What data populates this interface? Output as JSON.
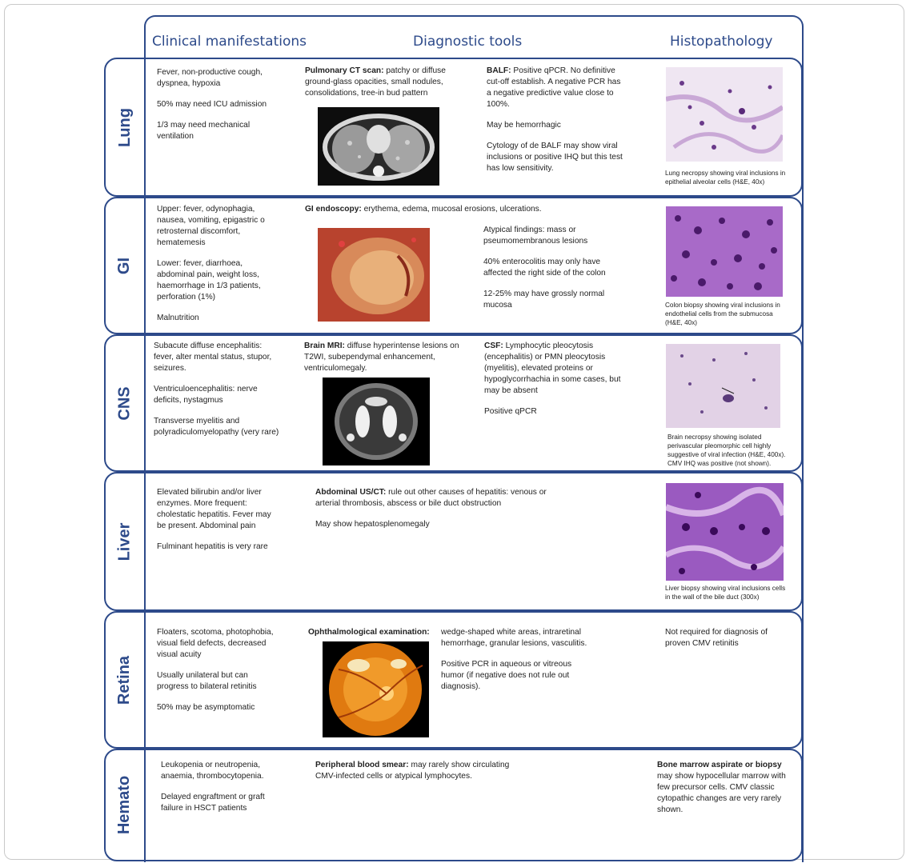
{
  "headers": {
    "clinical": "Clinical manifestations",
    "diagnostic": "Diagnostic tools",
    "histopathology": "Histopathology"
  },
  "rows": {
    "lung": {
      "label": "Lung",
      "clinical": [
        "Fever, non-productive cough, dyspnea, hypoxia",
        "50% may need ICU admission",
        "1/3 may need mechanical ventilation"
      ],
      "diag_title": "Pulmonary CT scan:",
      "diag_text": "patchy or diffuse ground-glass opacities, small nodules, consolidations, tree-in bud pattern",
      "extra_title": "BALF:",
      "extra_text": "Positive qPCR. No definitive cut-off establish. A negative PCR has a negative predictive value close to 100%.",
      "extra_p2": "May be hemorrhagic",
      "extra_p3": "Cytology of de BALF may show viral inclusions or positive IHQ but this test has low sensitivity.",
      "caption": "Lung necropsy showing viral inclusions in epithelial alveolar cells (H&E, 40x)"
    },
    "gi": {
      "label": "GI",
      "clinical": [
        "Upper: fever, odynophagia, nausea, vomiting, epigastric o retrosternal discomfort, hematemesis",
        "Lower: fever, diarrhoea, abdominal pain, weight loss, haemorrhage in 1/3 patients, perforation (1%)",
        "Malnutrition"
      ],
      "diag_title": "GI endoscopy:",
      "diag_text": "erythema, edema, mucosal erosions, ulcerations.",
      "extra": [
        "Atypical findings: mass or pseumomembranous lesions",
        "40% enterocolitis may only have affected the right side of the colon",
        "12-25% may have grossly normal mucosa"
      ],
      "caption": "Colon biopsy showing viral inclusions in endothelial cells from the submucosa (H&E, 40x)"
    },
    "cns": {
      "label": "CNS",
      "clinical": [
        "Subacute diffuse encephalitis: fever, alter mental status, stupor, seizures.",
        "Ventriculoencephalitis: nerve deficits, nystagmus",
        "Transverse myelitis and polyradiculomyelopathy (very rare)"
      ],
      "diag_title": "Brain MRI:",
      "diag_text": "diffuse hyperintense lesions on T2WI, subependymal enhancement, ventriculomegaly.",
      "extra_title": "CSF:",
      "extra_text": "Lymphocytic pleocytosis (encephalitis) or PMN pleocytosis (myelitis), elevated proteins or hypoglycorrhachia in some cases, but may be absent",
      "extra_p2": "Positive qPCR",
      "caption": "Brain necropsy showing isolated perivascular pleomorphic cell highly suggestive of viral infection (H&E, 400x). CMV IHQ was positive (not shown)."
    },
    "liver": {
      "label": "Liver",
      "clinical": [
        "Elevated bilirubin and/or liver enzymes. More frequent: cholestatic hepatitis. Fever may be present. Abdominal pain",
        "Fulminant hepatitis is very rare"
      ],
      "diag_title": "Abdominal US/CT:",
      "diag_text": "rule out other causes of hepatitis: venous or arterial thrombosis, abscess or bile duct obstruction",
      "diag_p2": "May show hepatosplenomegaly",
      "caption": "Liver biopsy showing viral inclusions cells in the wall of the bile duct (300x)"
    },
    "retina": {
      "label": "Retina",
      "clinical": [
        "Floaters, scotoma, photophobia, visual field defects, decreased visual acuity",
        "Usually unilateral but can progress to bilateral retinitis",
        "50% may be asymptomatic"
      ],
      "diag_title": "Ophthalmological examination:",
      "extra": [
        "wedge-shaped white areas, intraretinal hemorrhage, granular lesions, vasculitis.",
        "Positive PCR in aqueous or vitreous humor (if negative does not rule out diagnosis)."
      ],
      "histo": "Not required for diagnosis of proven CMV retinitis"
    },
    "hemato": {
      "label": "Hemato",
      "clinical": [
        "Leukopenia or neutropenia, anaemia, thrombocytopenia.",
        "Delayed engraftment or graft failure in HSCT patients"
      ],
      "diag_title": "Peripheral blood smear:",
      "diag_text": "may rarely show circulating CMV-infected cells or atypical lymphocytes.",
      "histo_title": "Bone marrow aspirate or biopsy",
      "histo_text": "may show hypocellular marrow with few precursor cells. CMV classic cytopathic changes are very rarely shown."
    }
  },
  "colors": {
    "frame_blue": "#2d4a8a",
    "he_purple": "#8a4fb0",
    "fundus_orange": "#e07a10"
  }
}
